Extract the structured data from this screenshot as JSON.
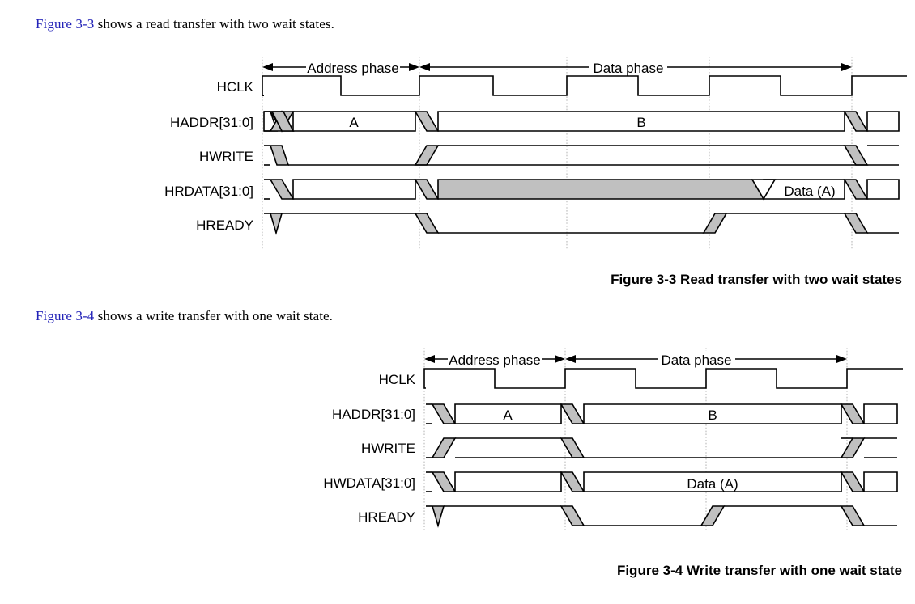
{
  "page": {
    "background": "#ffffff",
    "link_color": "#2323b8",
    "shade_color": "#c0c0c0",
    "line_color": "#000000"
  },
  "section1": {
    "intro_ref": "Figure 3-3",
    "intro_rest": " shows a read transfer with two wait states.",
    "caption": "Figure 3-3 Read transfer with two wait states",
    "phases": {
      "address": "Address phase",
      "data": "Data phase"
    },
    "signals": [
      {
        "name": "HCLK",
        "label": "HCLK"
      },
      {
        "name": "HADDR",
        "label": "HADDR[31:0]"
      },
      {
        "name": "HWRITE",
        "label": "HWRITE"
      },
      {
        "name": "HRDATA",
        "label": "HRDATA[31:0]"
      },
      {
        "name": "HREADY",
        "label": "HREADY"
      }
    ],
    "bus_values": {
      "haddr_1": "A",
      "haddr_2": "B",
      "hrdata_1": "Data (A)"
    }
  },
  "section2": {
    "intro_ref": "Figure 3-4",
    "intro_rest": " shows a write transfer with one wait state.",
    "caption": "Figure 3-4 Write transfer with one wait state",
    "phases": {
      "address": "Address phase",
      "data": "Data phase"
    },
    "signals": [
      {
        "name": "HCLK",
        "label": "HCLK"
      },
      {
        "name": "HADDR",
        "label": "HADDR[31:0]"
      },
      {
        "name": "HWRITE",
        "label": "HWRITE"
      },
      {
        "name": "HWDATA",
        "label": "HWDATA[31:0]"
      },
      {
        "name": "HREADY",
        "label": "HREADY"
      }
    ],
    "bus_values": {
      "haddr_1": "A",
      "haddr_2": "B",
      "hwdata_1": "Data (A)"
    }
  }
}
